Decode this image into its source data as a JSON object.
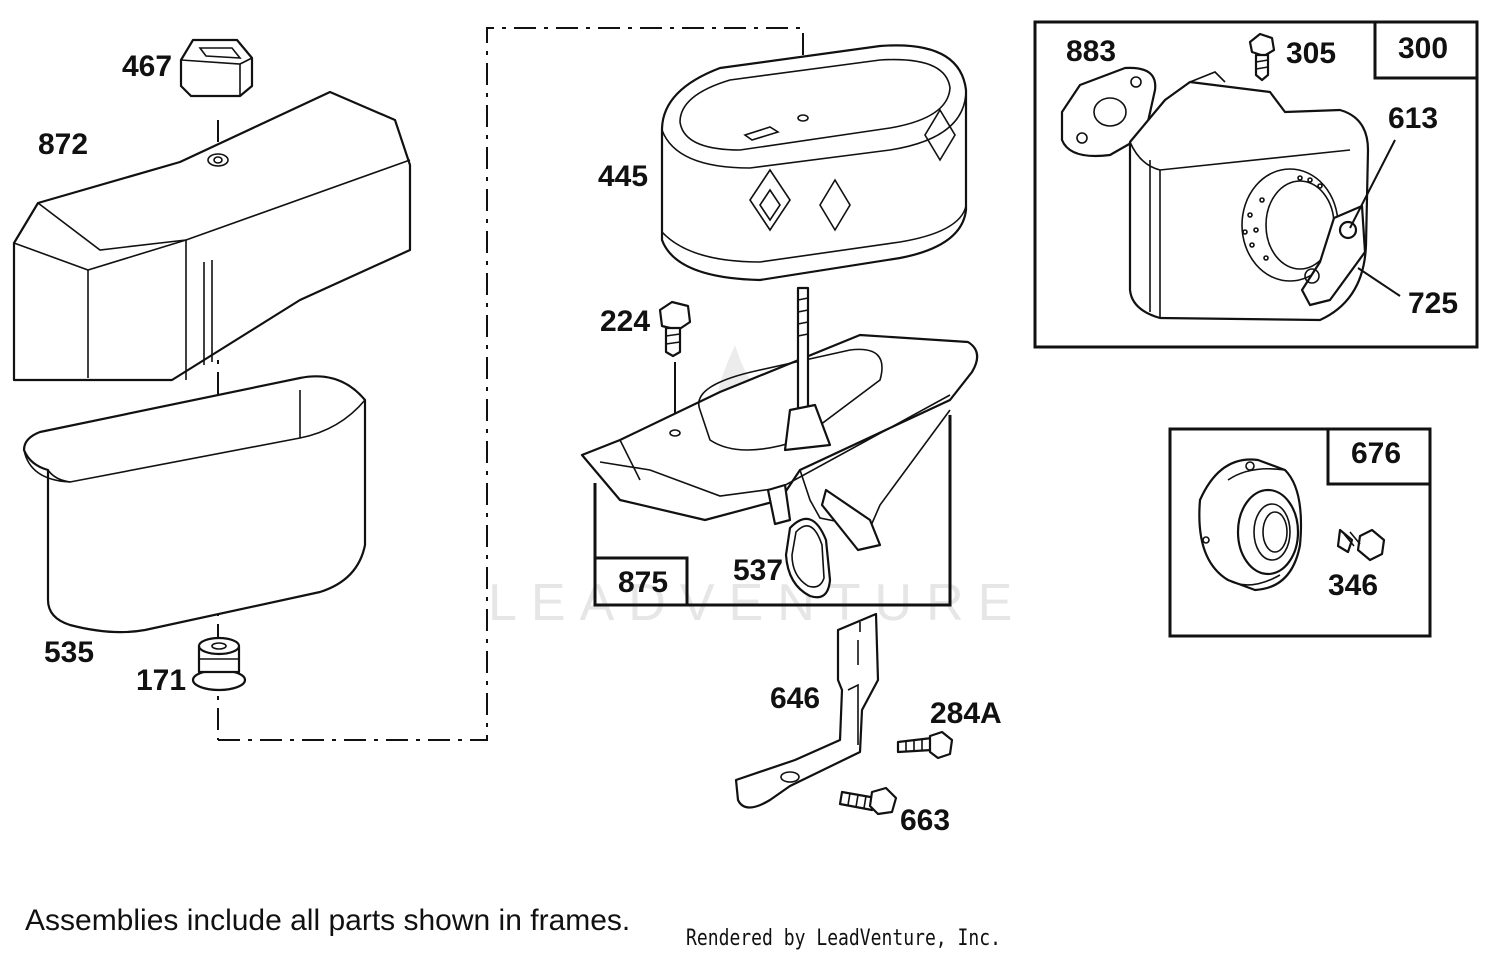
{
  "watermark": "LEADVENTURE",
  "footer": {
    "note": "Assemblies include all parts shown in frames.",
    "credit": "Rendered by LeadVenture, Inc."
  },
  "parts": {
    "p467": "467",
    "p872": "872",
    "p535": "535",
    "p171": "171",
    "p445": "445",
    "p224": "224",
    "p537": "537",
    "p875": "875",
    "p646": "646",
    "p284a": "284A",
    "p663": "663",
    "p883": "883",
    "p305": "305",
    "p300": "300",
    "p613": "613",
    "p725": "725",
    "p676": "676",
    "p346": "346"
  }
}
